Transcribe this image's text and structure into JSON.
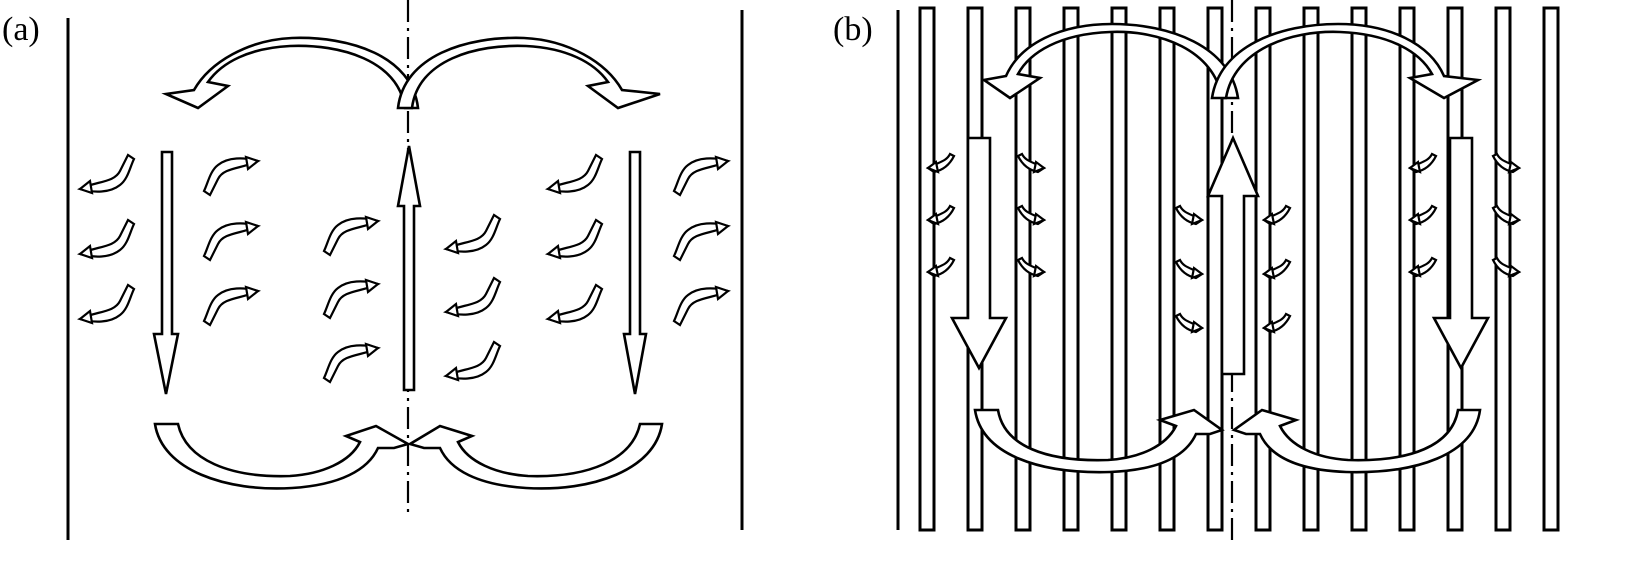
{
  "panels": [
    {
      "id": "a",
      "label": "(a)"
    },
    {
      "id": "b",
      "label": "(b)"
    }
  ],
  "colors": {
    "stroke": "#000000",
    "background": "#ffffff"
  },
  "icons": {
    "main_flow": "hollow-arrow-icon",
    "loop_flow": "curved-arrow-icon",
    "eddy": "vortex-curl-icon",
    "centerline": "dash-dot-line",
    "tube": "vertical-tube"
  }
}
